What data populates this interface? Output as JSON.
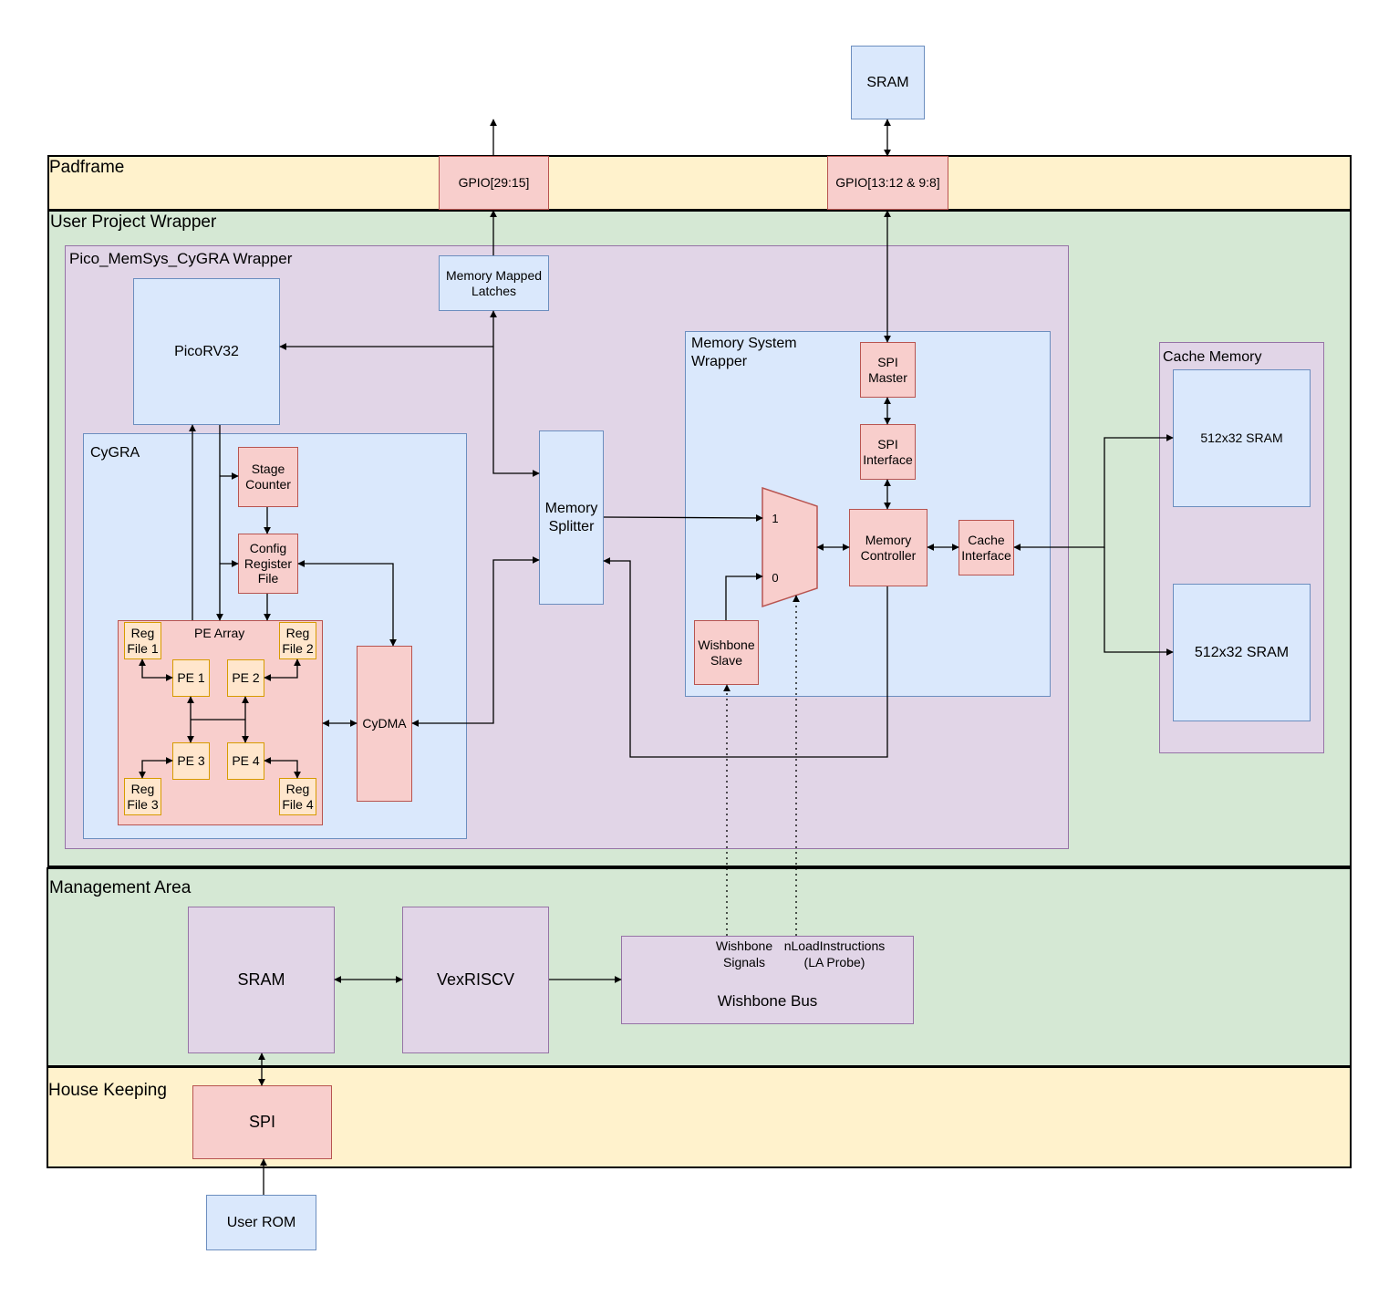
{
  "regions": {
    "padframe": "Padframe",
    "user_project_wrapper": "User Project Wrapper",
    "management_area": "Management Area",
    "house_keeping": "House Keeping"
  },
  "containers": {
    "pico_wrapper": "Pico_MemSys_CyGRA Wrapper",
    "cygra": "CyGRA",
    "memory_system_wrapper": "Memory System\n Wrapper",
    "cache_memory": "Cache Memory",
    "pe_array": "PE Array"
  },
  "blocks": {
    "sram_top": "SRAM",
    "gpio_29_15": "GPIO[29:15]",
    "gpio_13_12_9_8": "GPIO[13:12 & 9:8]",
    "memory_mapped_latches": "Memory Mapped\nLatches",
    "picorv32": "PicoRV32",
    "stage_counter": "Stage\nCounter",
    "config_register_file": "Config\nRegister\nFile",
    "reg_file_1": "Reg\nFile 1",
    "reg_file_2": "Reg\nFile 2",
    "reg_file_3": "Reg\nFile 3",
    "reg_file_4": "Reg\nFile 4",
    "pe_1": "PE 1",
    "pe_2": "PE 2",
    "pe_3": "PE 3",
    "pe_4": "PE 4",
    "cydma": "CyDMA",
    "memory_splitter": "Memory\nSplitter",
    "spi_master": "SPI\nMaster",
    "spi_interface": "SPI\nInterface",
    "mux_input_1": "1",
    "mux_input_0": "0",
    "memory_controller": "Memory\nController",
    "cache_interface": "Cache\nInterface",
    "wishbone_slave": "Wishbone\nSlave",
    "sram_512x32_a": "512x32 SRAM",
    "sram_512x32_b": "512x32 SRAM",
    "mgmt_sram": "SRAM",
    "vexriscv": "VexRISCV",
    "wishbone_signals": "Wishbone\nSignals",
    "nload_instructions": "nLoadInstructions\n(LA Probe)",
    "wishbone_bus": "Wishbone Bus",
    "spi": "SPI",
    "user_rom": "User ROM"
  },
  "colors": {
    "yellow_region": "#fff2cc",
    "green_region": "#d5e8d4",
    "purple_fill": "#e1d5e7",
    "purple_stroke": "#9673a6",
    "blue_fill": "#dae8fc",
    "blue_stroke": "#6c8ebf",
    "red_fill": "#f8cecc",
    "red_stroke": "#b85450",
    "orange_fill": "#ffe6cc",
    "orange_stroke": "#d79b00"
  }
}
